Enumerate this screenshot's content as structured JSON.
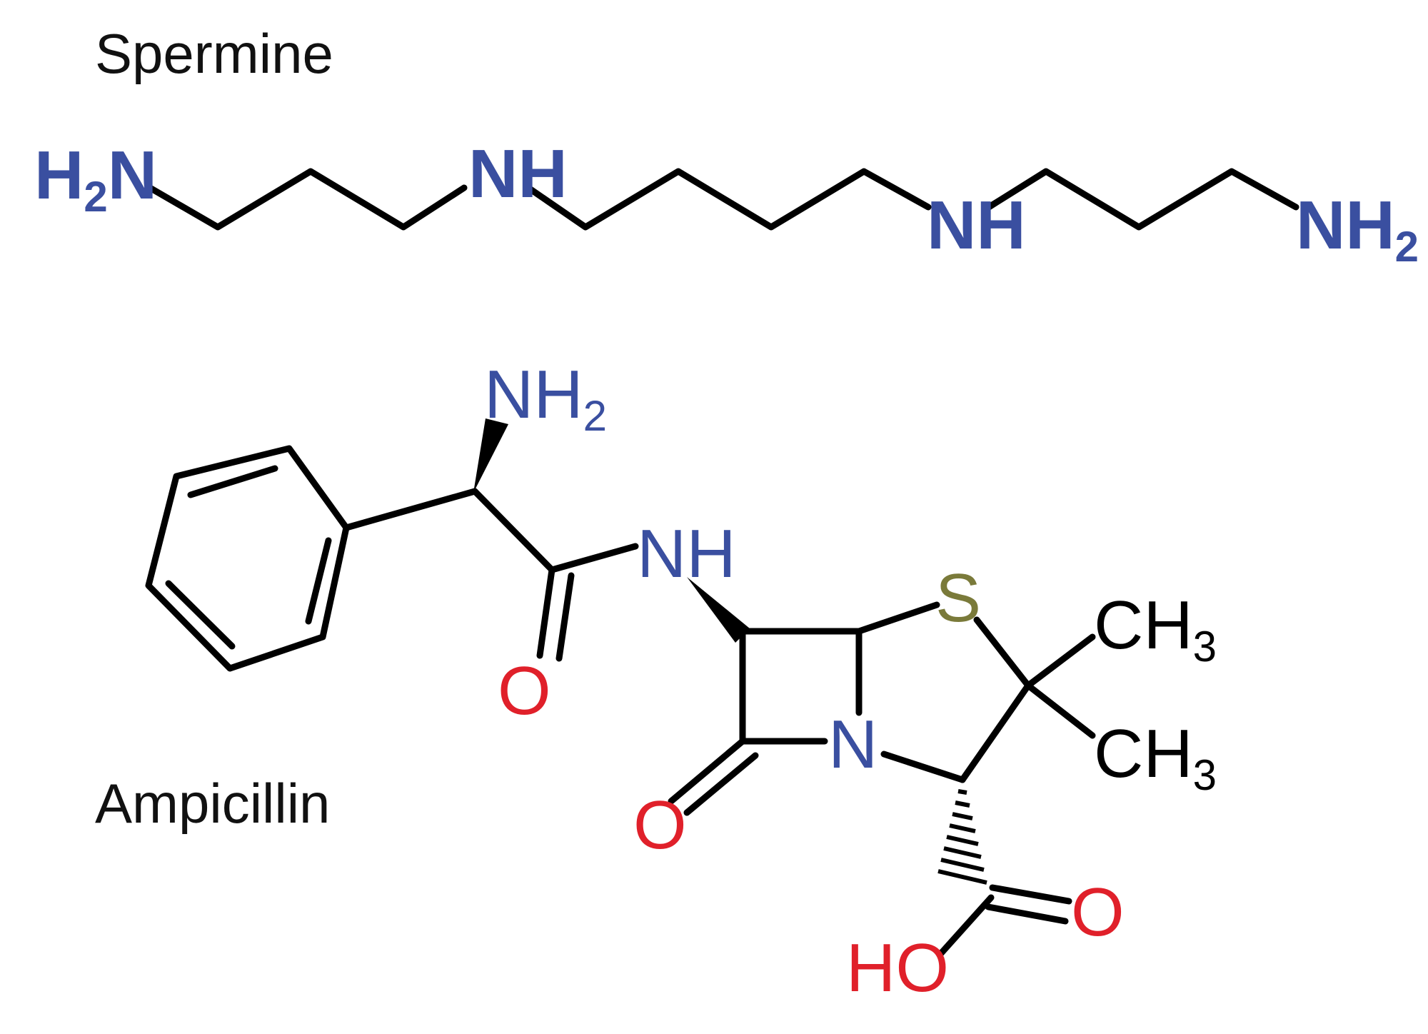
{
  "colors": {
    "bond": "#000000",
    "nitrogen": "#3a4fa0",
    "oxygen": "#e0202a",
    "sulfur": "#7a7a3a",
    "carbon_label": "#000000",
    "title": "#111111"
  },
  "spermine": {
    "name": "Spermine",
    "atoms": {
      "h2n_left": {
        "main": "H",
        "sub": "2",
        "tail": "N"
      },
      "nh_1": {
        "main": "NH"
      },
      "nh_2": {
        "main": "NH"
      },
      "nh2_right": {
        "main": "NH",
        "sub": "2"
      }
    }
  },
  "ampicillin": {
    "name": "Ampicillin",
    "atoms": {
      "nh2": {
        "main": "NH",
        "sub": "2"
      },
      "nh": {
        "main": "NH"
      },
      "o_amide": {
        "main": "O"
      },
      "o_lactam": {
        "main": "O"
      },
      "n_ring": {
        "main": "N"
      },
      "s_ring": {
        "main": "S"
      },
      "ch3_top": {
        "main": "CH",
        "sub": "3"
      },
      "ch3_bottom": {
        "main": "CH",
        "sub": "3"
      },
      "o_acid": {
        "main": "O"
      },
      "ho_acid": {
        "main": "HO"
      }
    }
  }
}
